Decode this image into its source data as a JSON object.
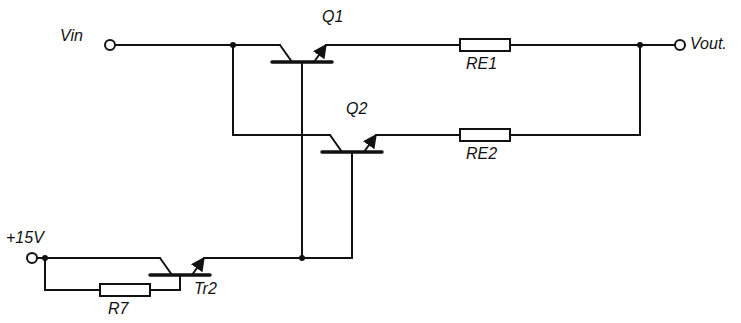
{
  "diagram": {
    "labels": [
      "Vin",
      "Q1",
      "Vout.",
      "RE1",
      "Q2",
      "RE2",
      "+15V",
      "Tr2",
      "R7"
    ]
  }
}
